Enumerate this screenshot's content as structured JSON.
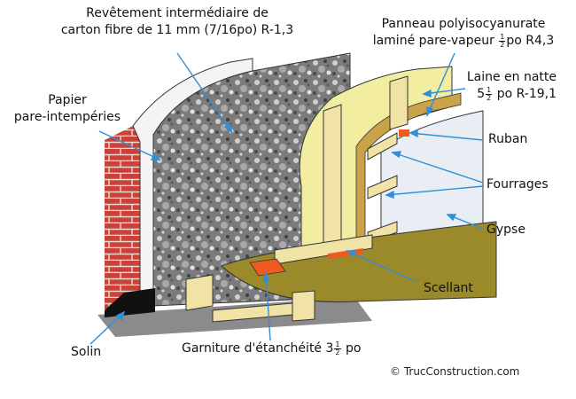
{
  "labels": {
    "revetement_1": "Revêtement intermédiaire de",
    "revetement_2": "carton fibre de 11 mm (7/16po) R-1,3",
    "papier_1": "Papier",
    "papier_2": "pare-intempéries",
    "panneau_1": "Panneau polyisocyanurate",
    "panneau_2a": "laminé pare-vapeur ",
    "panneau_2b": "po R4,3",
    "laine_1": "Laine en natte",
    "laine_2a": "5",
    "laine_2b": " po R-19,1",
    "ruban": "Ruban",
    "fourrages": "Fourrages",
    "gypse": "Gypse",
    "scellant": "Scellant",
    "solin": "Solin",
    "garniture_a": "Garniture d'étanchéité 3",
    "garniture_b": " po",
    "frac_num": "1",
    "frac_den": "2",
    "copyright": "© TrucConstruction.com"
  },
  "colors": {
    "brick": "#c8423a",
    "sheathing": "#6e6e6e",
    "insulation": "#f2eda0",
    "wood": "#f1e2a6",
    "floor": "#9a8a2a",
    "gypsum": "#e9eef5",
    "leader": "#2f8fd8",
    "orange": "#f05a1e"
  }
}
